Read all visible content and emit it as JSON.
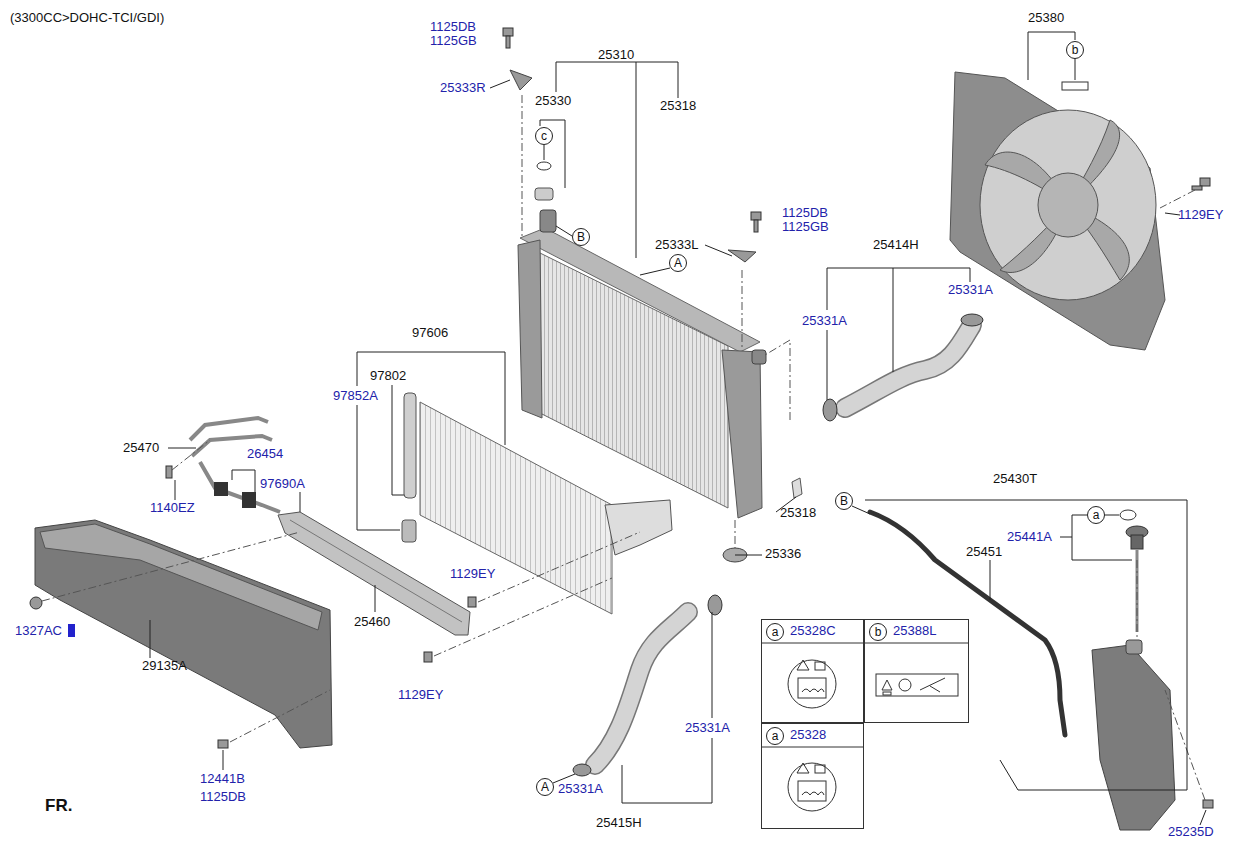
{
  "diagram": {
    "title": "(3300CC>DOHC-TCI/GDI)",
    "nodes": [
      {
        "text": [
          "b"
        ]
      },
      {
        "text": [
          "c"
        ]
      },
      {
        "text": [
          "B"
        ]
      },
      {
        "text": [
          "A"
        ]
      },
      {
        "text": [
          "B"
        ]
      },
      {
        "text": [
          "a"
        ]
      },
      {
        "text": [
          "25328C"
        ]
      },
      {
        "text": [
          "a"
        ],
        "in": 6
      },
      {
        "text": [
          "25388L"
        ]
      },
      {
        "text": [
          "b"
        ],
        "in": 8
      },
      {
        "text": [
          "25328"
        ]
      },
      {
        "text": [
          "a"
        ],
        "in": 10
      },
      {
        "text": [
          "A"
        ]
      }
    ],
    "labels": [
      "1125DB",
      "1125GB",
      "25310",
      "25333R",
      "25330",
      "25318",
      "1125DB",
      "1125GB",
      "25333L",
      "25414H",
      "25331A",
      "25331A",
      "25380",
      "1129EY",
      "97606",
      "97802",
      "97852A",
      "25470",
      "26454",
      "97690A",
      "1140EZ",
      "25318",
      "25336",
      "25430T",
      "25441A",
      "25451",
      "1129EY",
      "25460",
      "1327AC",
      "29135A",
      "1129EY",
      "25331A",
      "25331A",
      "25415H",
      "12441B",
      "1125DB",
      "FR.",
      "25235D"
    ]
  }
}
